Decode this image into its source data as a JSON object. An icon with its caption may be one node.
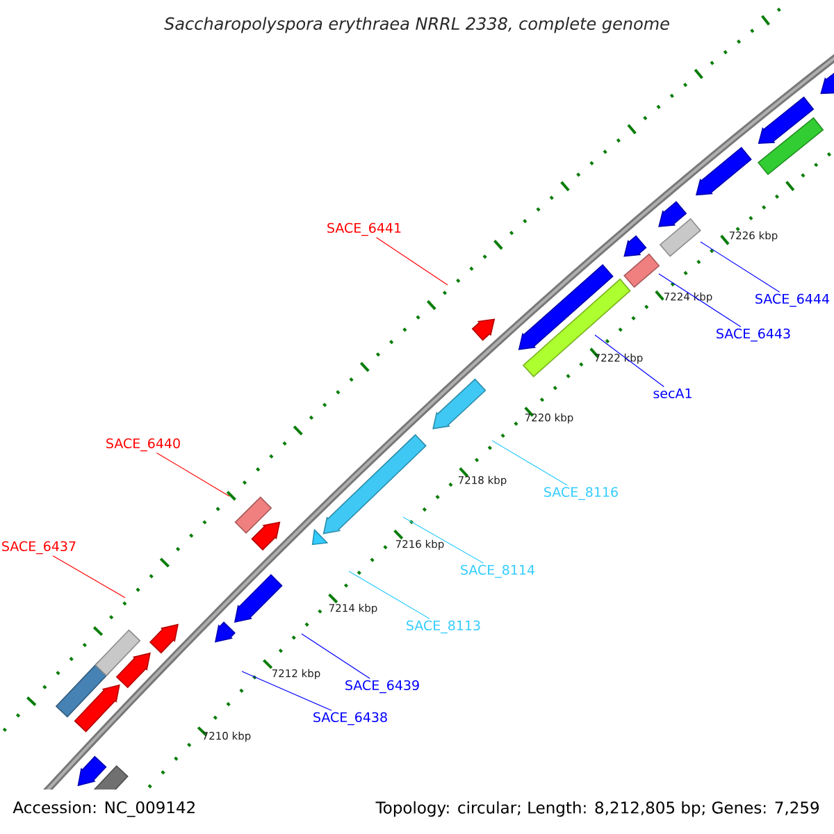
{
  "diagram": {
    "title": "Saccharopolyspora erythraea NRRL 2338, complete genome",
    "nodes": [
      {
        "text": [
          "SACE_6441"
        ]
      },
      {
        "text": [
          "SACE_6444"
        ]
      },
      {
        "text": [
          "SACE_6443"
        ]
      },
      {
        "text": [
          "secA1"
        ]
      },
      {
        "text": [
          "SACE_6440"
        ]
      },
      {
        "text": [
          "SACE_8116"
        ]
      },
      {
        "text": [
          "SACE_6437"
        ]
      },
      {
        "text": [
          "SACE_8114"
        ]
      },
      {
        "text": [
          "SACE_8113"
        ]
      },
      {
        "text": [
          "SACE_6439"
        ]
      },
      {
        "text": [
          "SACE_6438"
        ]
      }
    ],
    "edges": [
      {
        "from": 0,
        "to": null,
        "arrow": "none",
        "color": "#ff0000"
      },
      {
        "from": 1,
        "to": null,
        "arrow": "none"
      },
      {
        "from": 2,
        "to": null,
        "arrow": "none"
      },
      {
        "from": 3,
        "to": null,
        "arrow": "none"
      },
      {
        "from": 4,
        "to": null,
        "arrow": "none",
        "color": "#ff0000"
      },
      {
        "from": 5,
        "to": null,
        "arrow": "none",
        "color": "#33ccff"
      },
      {
        "from": 6,
        "to": null,
        "arrow": "none",
        "color": "#ff0000"
      },
      {
        "from": 7,
        "to": null,
        "arrow": "none",
        "color": "#33ccff"
      },
      {
        "from": 8,
        "to": null,
        "arrow": "none",
        "color": "#33ccff"
      },
      {
        "from": 9,
        "to": null,
        "arrow": "none"
      },
      {
        "from": 10,
        "to": null,
        "arrow": "none"
      }
    ],
    "labels": [
      "7226 kbp",
      "7224 kbp",
      "7222 kbp",
      "7220 kbp",
      "7218 kbp",
      "7216 kbp",
      "7214 kbp",
      "7212 kbp",
      "7210 kbp",
      "Accession: NC_009142",
      "Topology: circular; Length: 8,212,805 bp; Genes: 7,259"
    ]
  }
}
